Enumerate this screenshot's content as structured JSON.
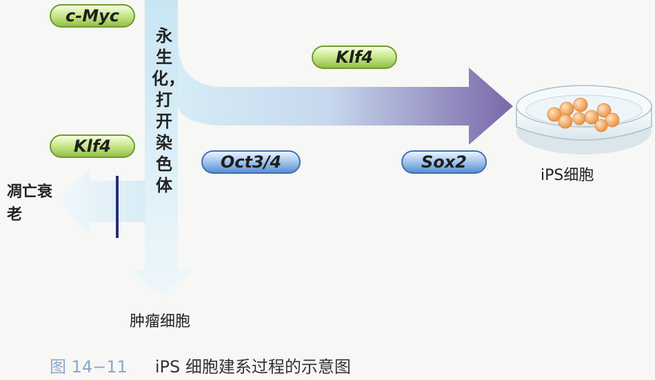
{
  "factors": {
    "c_myc": "c-Myc",
    "klf4_left": "Klf4",
    "klf4_top": "Klf4",
    "oct": "Oct3/4",
    "sox2": "Sox2"
  },
  "labels": {
    "vertical": "永生化，打开染色体",
    "dying": "凋亡衰老",
    "tumor": "肿瘤细胞",
    "ips": "iPS细胞"
  },
  "caption": {
    "figure_number": "图 14−11",
    "text": "iPS 细胞建系过程的示意图"
  },
  "colors": {
    "green_pill": "#93c049",
    "blue_pill": "#5a8fd2",
    "arrow_light": "#d6ecf6",
    "arrow_dark": "#7a67a8",
    "inhibit_bar": "#2b2a78",
    "cell": "#f2a964"
  }
}
